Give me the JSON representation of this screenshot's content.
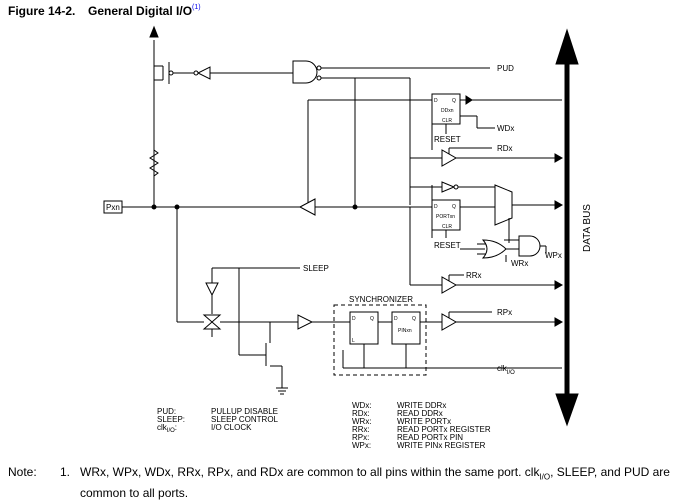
{
  "figure": {
    "number": "Figure 14-2.",
    "title": "General Digital I/O",
    "note_ref": "(1)"
  },
  "diagram": {
    "pin": "Pxn",
    "data_bus": "DATA BUS",
    "signals": {
      "pud": "PUD",
      "wdx": "WDx",
      "rdx": "RDx",
      "wrx": "WRx",
      "wpx": "WPx",
      "rrx": "RRx",
      "rpx": "RPx",
      "sleep": "SLEEP",
      "clk_main": "clk",
      "clk_sub": "I/O"
    },
    "blocks": {
      "reset1": "RESET",
      "reset2": "RESET",
      "synchronizer": "SYNCHRONIZER",
      "ddxn": "DDxn",
      "portxn": "PORTxn",
      "pinxn": "PINxn",
      "ff_d": "D",
      "ff_q": "Q",
      "ff_clr": "CLR",
      "ff_l": "L"
    },
    "legend_left": [
      {
        "abbr": "PUD:",
        "desc": "PULLUP DISABLE"
      },
      {
        "abbr": "SLEEP:",
        "desc": "SLEEP CONTROL"
      },
      {
        "abbr": "clk",
        "abbr_sub": "I/O",
        "abbr_tail": ":",
        "desc": "I/O CLOCK"
      }
    ],
    "legend_right": [
      {
        "abbr": "WDx:",
        "desc": "WRITE DDRx"
      },
      {
        "abbr": "RDx:",
        "desc": "READ DDRx"
      },
      {
        "abbr": "WRx:",
        "desc": "WRITE PORTx"
      },
      {
        "abbr": "RRx:",
        "desc": "READ PORTx REGISTER"
      },
      {
        "abbr": "RPx:",
        "desc": "READ PORTx PIN"
      },
      {
        "abbr": "WPx:",
        "desc": "WRITE PINx REGISTER"
      }
    ]
  },
  "note": {
    "label": "Note:",
    "number": "1.",
    "text": "WRx, WPx, WDx, RRx, RPx, and RDx are common to all pins within the same port. clk",
    "text_sub": "I/O",
    "text_tail": ", SLEEP, and PUD are common to all ports."
  }
}
